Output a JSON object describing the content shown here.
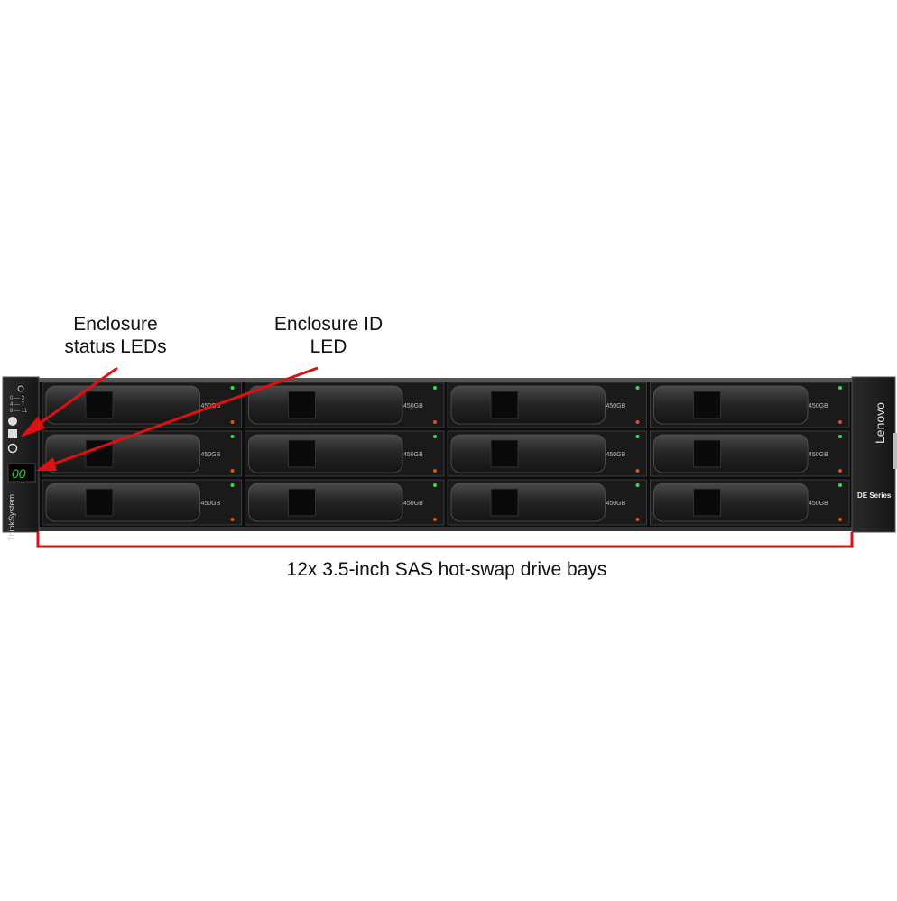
{
  "callouts": {
    "status_leds": {
      "line1": "Enclosure",
      "line2": "status LEDs"
    },
    "enclosure_id": {
      "line1": "Enclosure ID",
      "line2": "LED"
    }
  },
  "drive_bays_caption": "12x 3.5-inch SAS hot-swap drive bays",
  "device": {
    "left_brand": "ThinkSystem",
    "right_brand": "Lenovo",
    "series_label": "DE Series",
    "id_display": "00",
    "led_rows": [
      "0 — 3",
      "4 — 7",
      "8 — 11"
    ],
    "drive_capacity_label": "450GB",
    "drive_count": 12
  },
  "colors": {
    "callout_arrow": "#e01010",
    "bay_bracket": "#e01010",
    "id_display": "#22dd33",
    "drive_led": "#2ee04a",
    "fault_led": "#e0501a"
  }
}
